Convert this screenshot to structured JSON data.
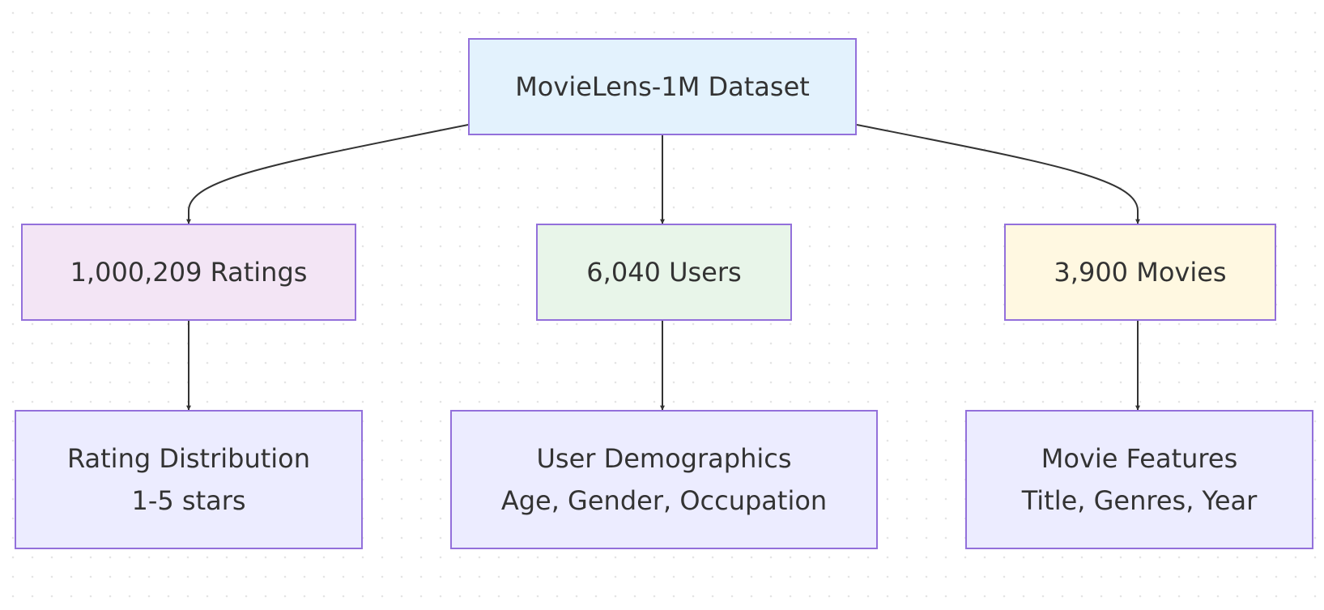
{
  "nodes": {
    "dataset": {
      "label": "MovieLens-1M Dataset",
      "fill": "#E3F2FD"
    },
    "ratings": {
      "label": "1,000,209 Ratings",
      "fill": "#F3E5F5"
    },
    "users": {
      "label": "6,040 Users",
      "fill": "#E8F5E9"
    },
    "movies": {
      "label": "3,900 Movies",
      "fill": "#FFF8E1"
    },
    "rating_distribution": {
      "line1": "Rating Distribution",
      "line2": "1-5 stars",
      "fill": "#ECECFF"
    },
    "user_demographics": {
      "line1": "User Demographics",
      "line2": "Age, Gender, Occupation",
      "fill": "#ECECFF"
    },
    "movie_features": {
      "line1": "Movie Features",
      "line2": "Title, Genres, Year",
      "fill": "#ECECFF"
    }
  },
  "edges": [
    {
      "from": "dataset",
      "to": "ratings"
    },
    {
      "from": "dataset",
      "to": "users"
    },
    {
      "from": "dataset",
      "to": "movies"
    },
    {
      "from": "ratings",
      "to": "rating_distribution"
    },
    {
      "from": "users",
      "to": "user_demographics"
    },
    {
      "from": "movies",
      "to": "movie_features"
    }
  ],
  "colors": {
    "node_border": "#9370DB",
    "edge": "#333333",
    "text": "#333333"
  }
}
